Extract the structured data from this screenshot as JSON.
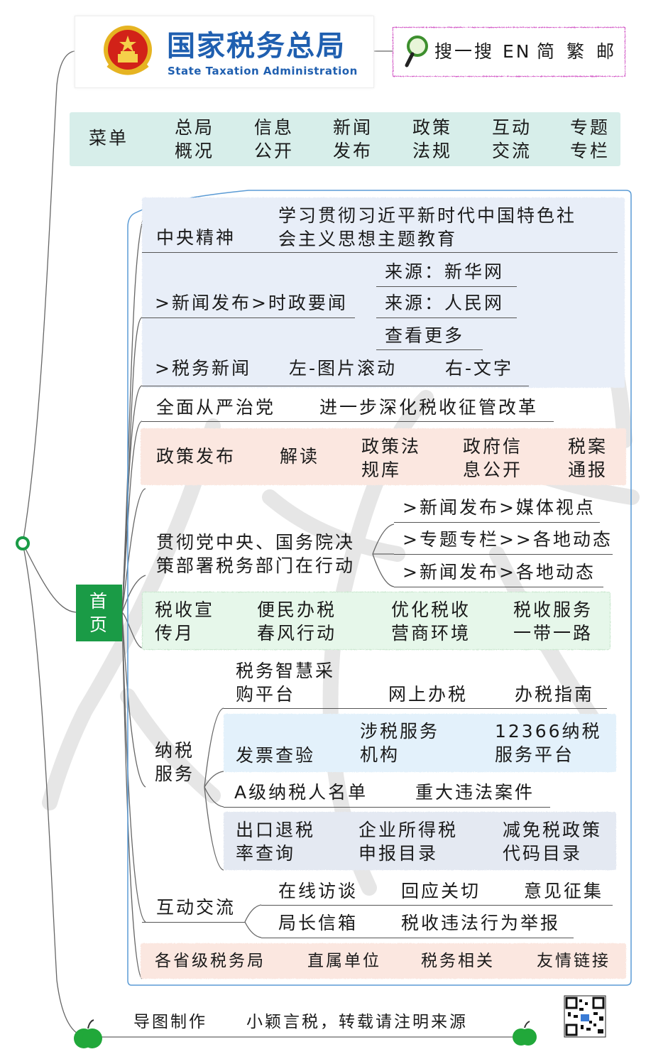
{
  "header": {
    "agency_cn": "国家税务总局",
    "agency_en": "State Taxation Administration",
    "search_label": "搜一搜",
    "links": [
      "EN",
      "简",
      "繁",
      "邮"
    ]
  },
  "menu": {
    "label": "菜单",
    "items": [
      {
        "l1": "总局",
        "l2": "概况"
      },
      {
        "l1": "信息",
        "l2": "公开"
      },
      {
        "l1": "新闻",
        "l2": "发布"
      },
      {
        "l1": "政策",
        "l2": "法规"
      },
      {
        "l1": "互动",
        "l2": "交流"
      },
      {
        "l1": "专题",
        "l2": "专栏"
      }
    ]
  },
  "home": {
    "label": "首\n页",
    "central_spirit": {
      "label": "中央精神",
      "desc": "学习贯彻习近平新时代中国特色社\n会主义思想主题教育"
    },
    "news": {
      "label": ">新闻发布>时政要闻",
      "children": [
        "来源：新华网",
        "来源：人民网",
        "查看更多"
      ]
    },
    "tax_news": {
      "label": ">税务新闻",
      "left": "左-图片滚动",
      "right": "右-文字"
    },
    "party": {
      "a": "全面从严治党",
      "b": "进一步深化税收征管改革"
    },
    "policy": {
      "a": "政策发布",
      "b": "解读",
      "c": "政策法\n规库",
      "d": "政府信\n息公开",
      "e": "税案\n通报"
    },
    "action": {
      "label": "贯彻党中央、国务院决\n策部署税务部门在行动",
      "children": [
        ">新闻发布>媒体视点",
        ">专题专栏>>各地动态",
        ">新闻发布>各地动态"
      ]
    },
    "campaigns": [
      "税收宣\n传月",
      "便民办税\n春风行动",
      "优化税收\n营商环境",
      "税收服务\n一带一路"
    ],
    "taxpayer_service": {
      "label": "纳税\n服务",
      "row1": [
        "税务智慧采\n购平台",
        "网上办税",
        "办税指南"
      ],
      "row2": [
        "发票查验",
        "涉税服务\n机构",
        "12366纳税\n服务平台"
      ],
      "row3": [
        "A级纳税人名单",
        "重大违法案件"
      ],
      "row4": [
        "出口退税\n率查询",
        "企业所得税\n申报目录",
        "减免税政策\n代码目录"
      ]
    },
    "interaction": {
      "label": "互动交流",
      "row1": [
        "在线访谈",
        "回应关切",
        "意见征集"
      ],
      "row2": [
        "局长信箱",
        "税收违法行为举报"
      ]
    },
    "footer_links": [
      "各省级税务局",
      "直属单位",
      "税务相关",
      "友情链接"
    ]
  },
  "credits": {
    "label": "导图制作",
    "text": "小颖言税，转载请注明来源"
  },
  "colors": {
    "green_accent": "#1a9b46",
    "frame_blue": "#5b9bd5",
    "search_border": "#d45fc8",
    "agency_blue": "#1f5fb0",
    "emblem_red": "#d22218"
  }
}
